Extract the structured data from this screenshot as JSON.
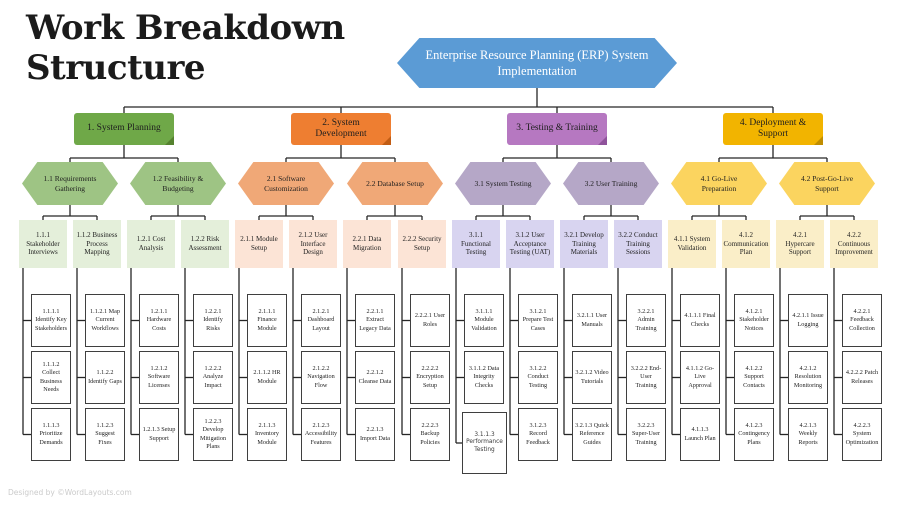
{
  "title": "Work Breakdown Structure",
  "footer": "Designed by ©WordLayouts.com",
  "root": "Enterprise Resource Planning (ERP) System Implementation",
  "colors": {
    "root": "#5b9bd5",
    "planning": "#6fa848",
    "development": "#ee7e31",
    "testing": "#b678c1",
    "deployment": "#f2b400"
  },
  "level1": [
    "1. System Planning",
    "2. System Development",
    "3. Testing & Training",
    "4. Deployment & Support"
  ],
  "level2": [
    "1.1 Requirements Gathering",
    "1.2 Feasibility & Budgeting",
    "2.1 Software Customization",
    "2.2 Database Setup",
    "3.1 System Testing",
    "3.2 User Training",
    "4.1 Go-Live Preparation",
    "4.2 Post-Go-Live Support"
  ],
  "level3": [
    "1.1.1 Stakeholder Interviews",
    "1.1.2 Business Process Mapping",
    "1.2.1 Cost Analysis",
    "1.2.2 Risk Assessment",
    "2.1.1 Module Setup",
    "2.1.2 User Interface Design",
    "2.2.1 Data Migration",
    "2.2.2 Security Setup",
    "3.1.1 Functional Testing",
    "3.1.2 User Acceptance Testing (UAT)",
    "3.2.1 Develop Training Materials",
    "3.2.2 Conduct Training Sessions",
    "4.1.1 System Validation",
    "4.1.2 Communication Plan",
    "4.2.1 Hypercare Support",
    "4.2.2 Continuous Improvement"
  ],
  "level4": [
    [
      "1.1.1.1 Identify Key Stakeholders",
      "1.1.1.2 Collect Business Needs",
      "1.1.1.3 Prioritize Demands"
    ],
    [
      "1.1.2.1 Map Current Workflows",
      "1.1.2.2 Identify Gaps",
      "1.1.2.3 Suggest Fixes"
    ],
    [
      "1.2.1.1 Hardware Costs",
      "1.2.1.2 Software Licenses",
      "1.2.1.3 Setup Support"
    ],
    [
      "1.2.2.1 Identify Risks",
      "1.2.2.2 Analyze Impact",
      "1.2.2.3 Develop Mitigation Plans"
    ],
    [
      "2.1.1.1 Finance Module",
      "2.1.1.2 HR Module",
      "2.1.1.3 Inventory Module"
    ],
    [
      "2.1.2.1 Dashboard Layout",
      "2.1.2.2 Navigation Flow",
      "2.1.2.3 Accessibility Features"
    ],
    [
      "2.2.1.1 Extract Legacy Data",
      "2.2.1.2 Cleanse Data",
      "2.2.1.3 Import Data"
    ],
    [
      "2.2.2.1 User Roles",
      "2.2.2.2 Encryption Setup",
      "2.2.2.3 Backup Policies"
    ],
    [
      "3.1.1.1 Module Validation",
      "3.1.1.2 Data Integrity Checks",
      "3.1.1.3 Performance Testing"
    ],
    [
      "3.1.2.1 Prepare Test Cases",
      "3.1.2.2 Conduct Testing",
      "3.1.2.3 Record Feedback"
    ],
    [
      "3.2.1.1 User Manuals",
      "3.2.1.2 Video Tutorials",
      "3.2.1.3 Quick Reference Guides"
    ],
    [
      "3.2.2.1 Admin Training",
      "3.2.2.2 End-User Training",
      "3.2.2.3 Super-User Training"
    ],
    [
      "4.1.1.1 Final Checks",
      "4.1.1.2 Go-Live Approval",
      "4.1.1.3 Launch Plan"
    ],
    [
      "4.1.2.1 Stakeholder Notices",
      "4.1.2.2 Support Contacts",
      "4.1.2.3 Contingency Plans"
    ],
    [
      "4.2.1.1 Issue Logging",
      "4.2.1.2 Resolution Monitoring",
      "4.2.1.3 Weekly Reports"
    ],
    [
      "4.2.2.1 Feedback Collection",
      "4.2.2.2 Patch Releases",
      "4.2.2.3 System Optimization"
    ]
  ]
}
